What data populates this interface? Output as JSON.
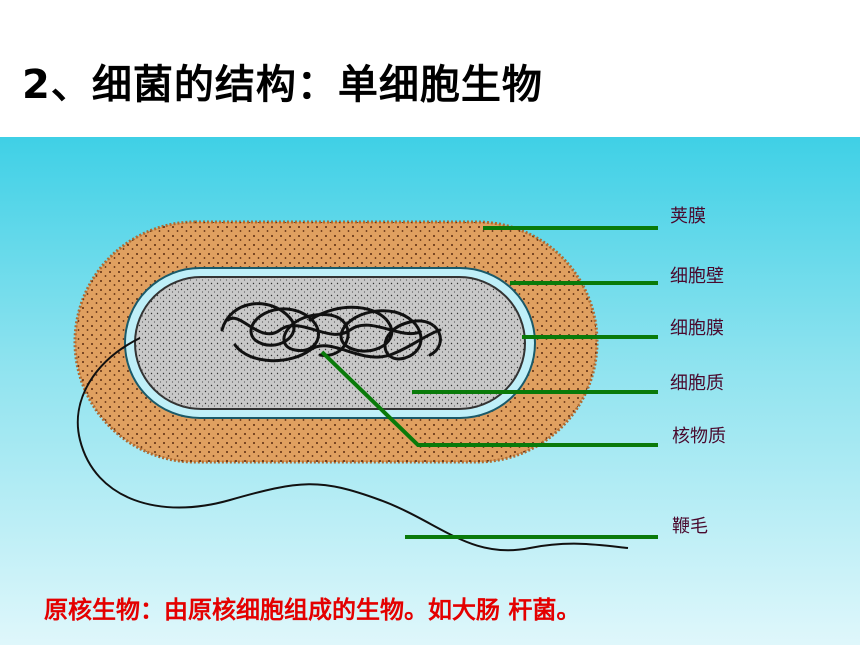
{
  "title": "2、细菌的结构：单细胞生物",
  "labels": {
    "capsule": "荚膜",
    "cell_wall": "细胞壁",
    "cell_membrane": "细胞膜",
    "cytoplasm": "细胞质",
    "nucleoid": "核物质",
    "flagellum": "鞭毛"
  },
  "caption": "原核生物：由原核细胞组成的生物。如大肠 杆菌。",
  "colors": {
    "capsule": "#e0a060",
    "cell_wall": "#bfeff8",
    "cytoplasm": "#c8c8c8",
    "leader_line": "#0a7a0a",
    "label_text": "#4a0a2e",
    "caption_text": "#e40000"
  }
}
